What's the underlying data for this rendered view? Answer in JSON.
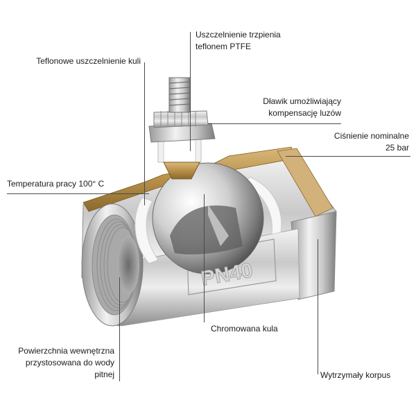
{
  "labels": {
    "stem_seal_line1": "Uszczelnienie trzpienia",
    "stem_seal_line2": "teflonem PTFE",
    "teflon_ball_seal": "Teflonowe uszczelnienie kuli",
    "gland_line1": "Dławik umożliwiający",
    "gland_line2": "kompensację luzów",
    "nominal_pressure_line1": "Ciśnienie nominalne",
    "nominal_pressure_line2": "25 bar",
    "working_temperature": "Temperatura pracy 100° C",
    "chrome_ball": "Chromowana kula",
    "inner_surface_line1": "Powierzchnia wewnętrzna",
    "inner_surface_line2": "przystosowana do wody",
    "inner_surface_line3": "pitnej",
    "durable_body": "Wytrzymały korpus"
  },
  "body_marking": "PN40"
}
